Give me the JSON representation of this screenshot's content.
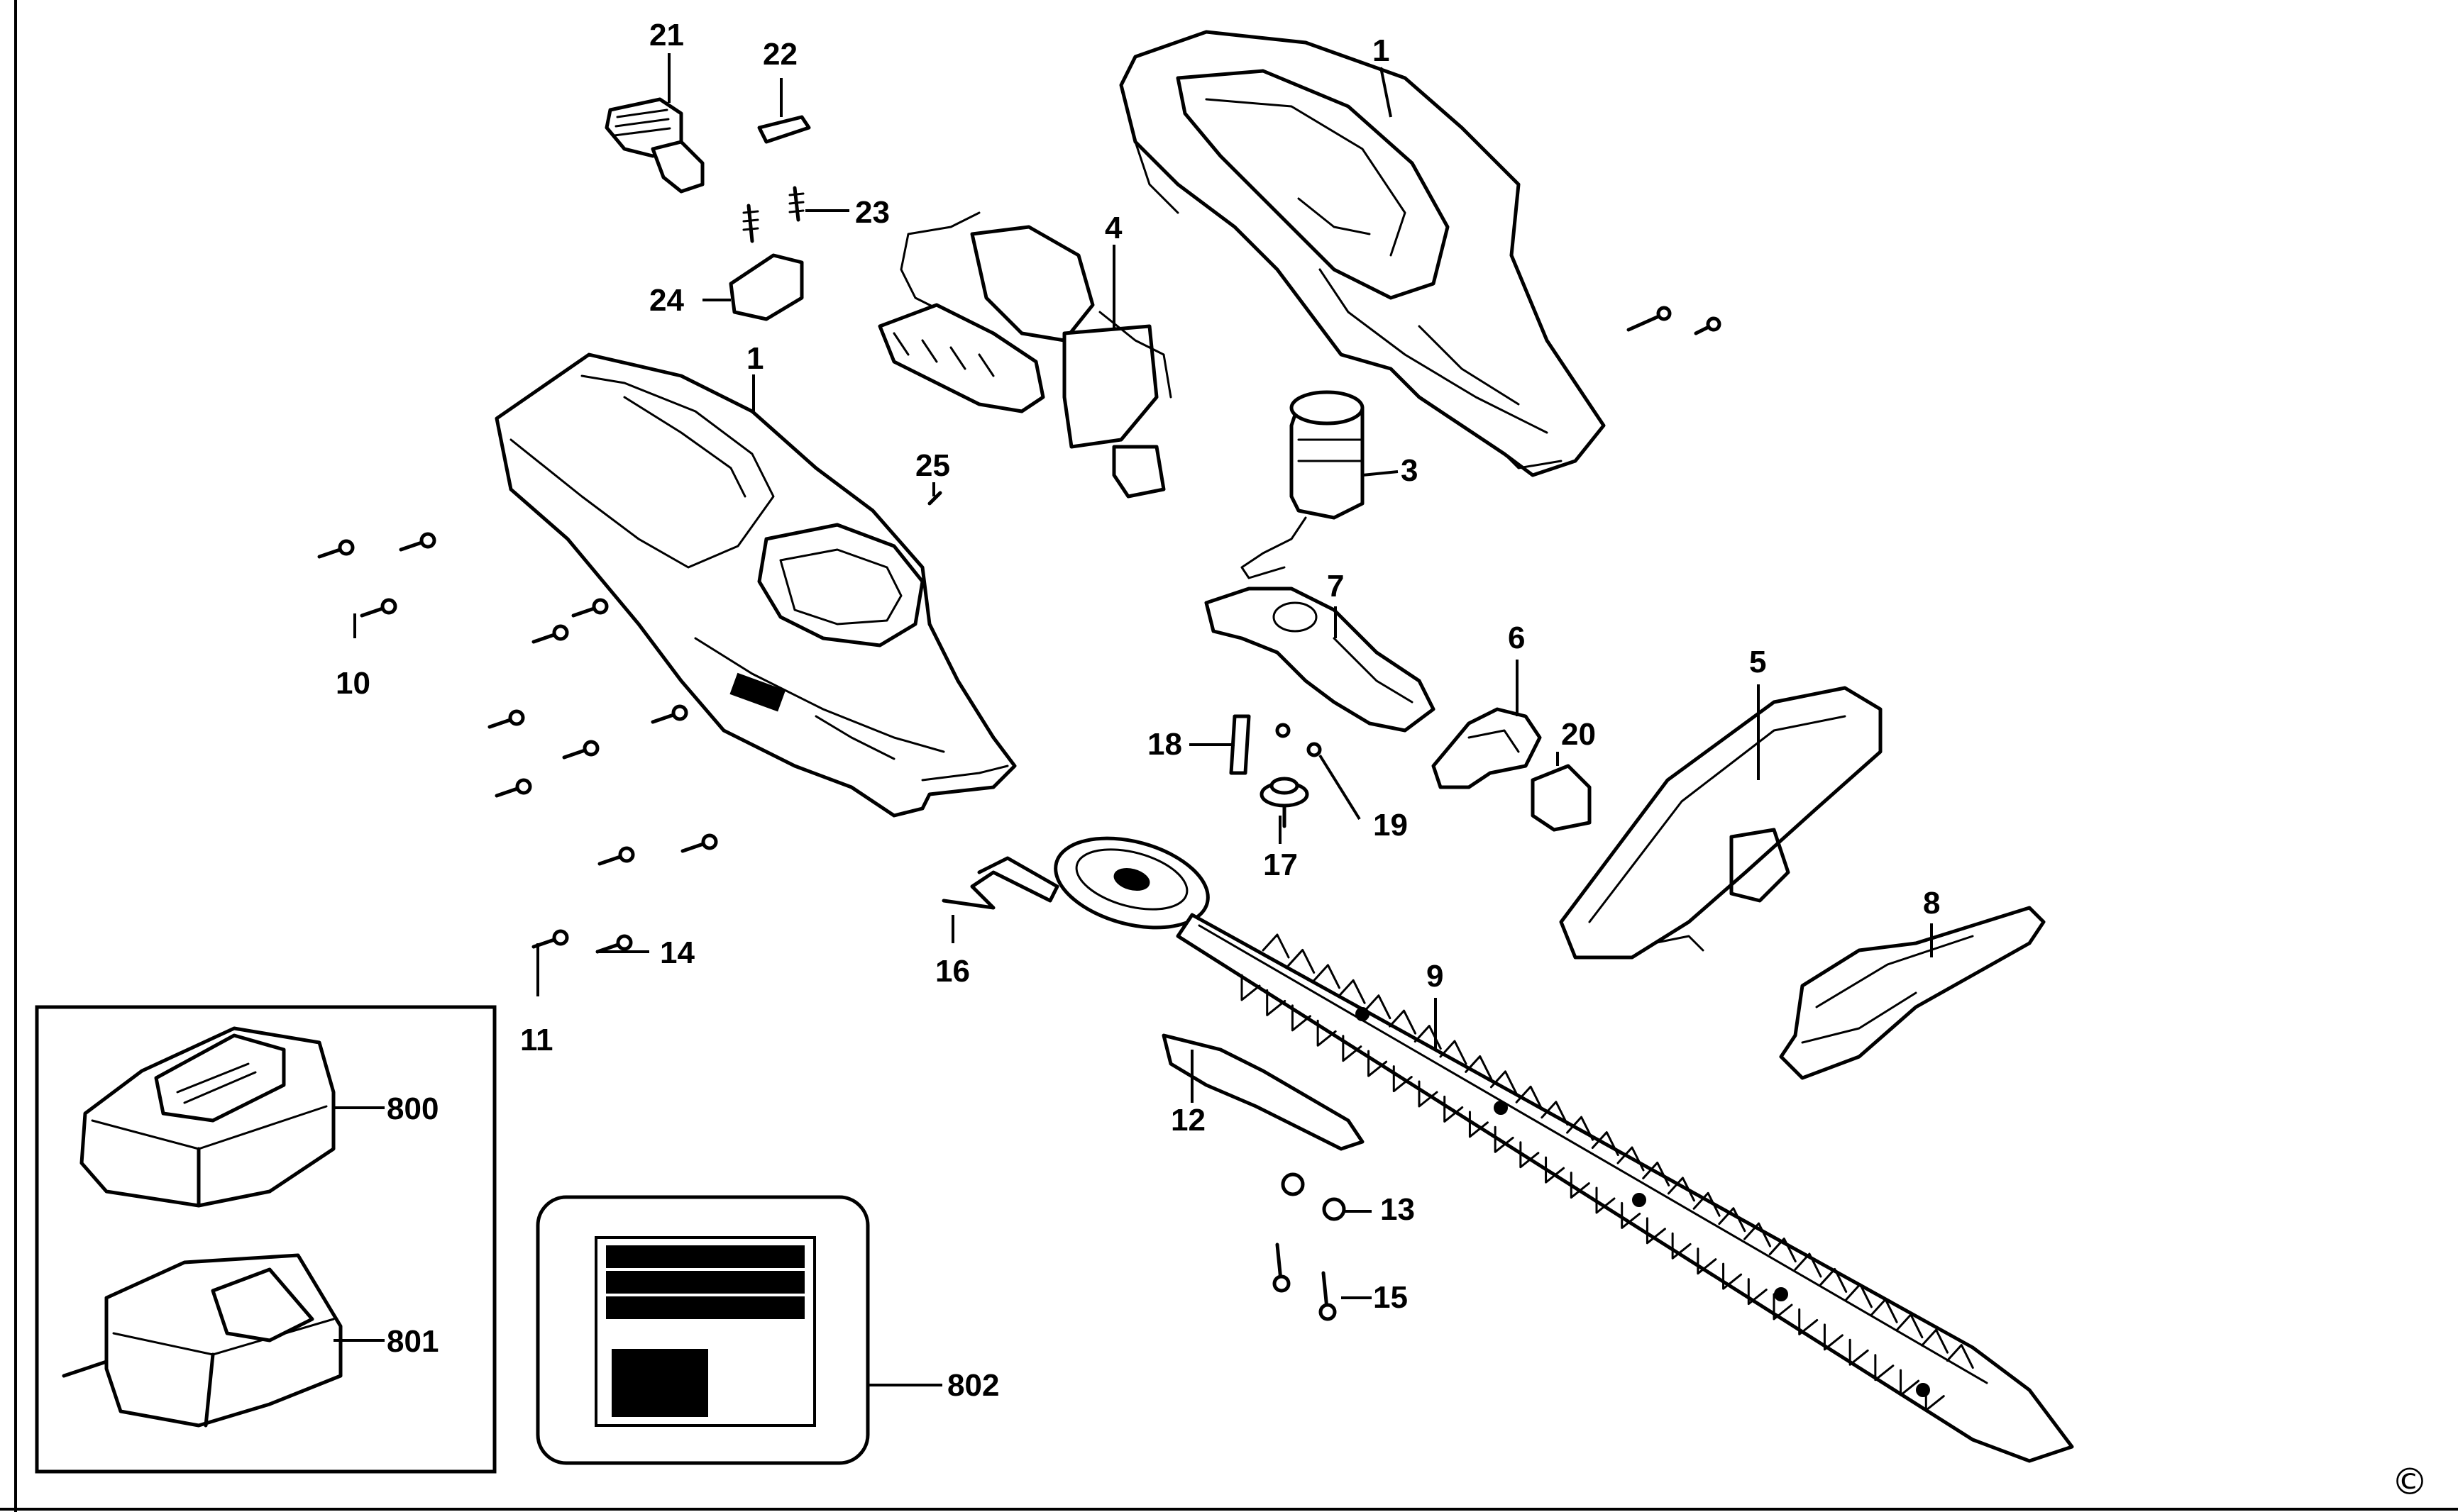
{
  "diagram": {
    "labels": {
      "p1a": "1",
      "p1b": "1",
      "p3": "3",
      "p4": "4",
      "p5": "5",
      "p6": "6",
      "p7": "7",
      "p8": "8",
      "p9": "9",
      "p10": "10",
      "p11": "11",
      "p12": "12",
      "p13": "13",
      "p14": "14",
      "p15": "15",
      "p16": "16",
      "p17": "17",
      "p18": "18",
      "p19": "19",
      "p20": "20",
      "p21": "21",
      "p22": "22",
      "p23": "23",
      "p24": "24",
      "p25": "25",
      "p800": "800",
      "p801": "801",
      "p802": "802"
    },
    "copyright_symbol": "©"
  }
}
